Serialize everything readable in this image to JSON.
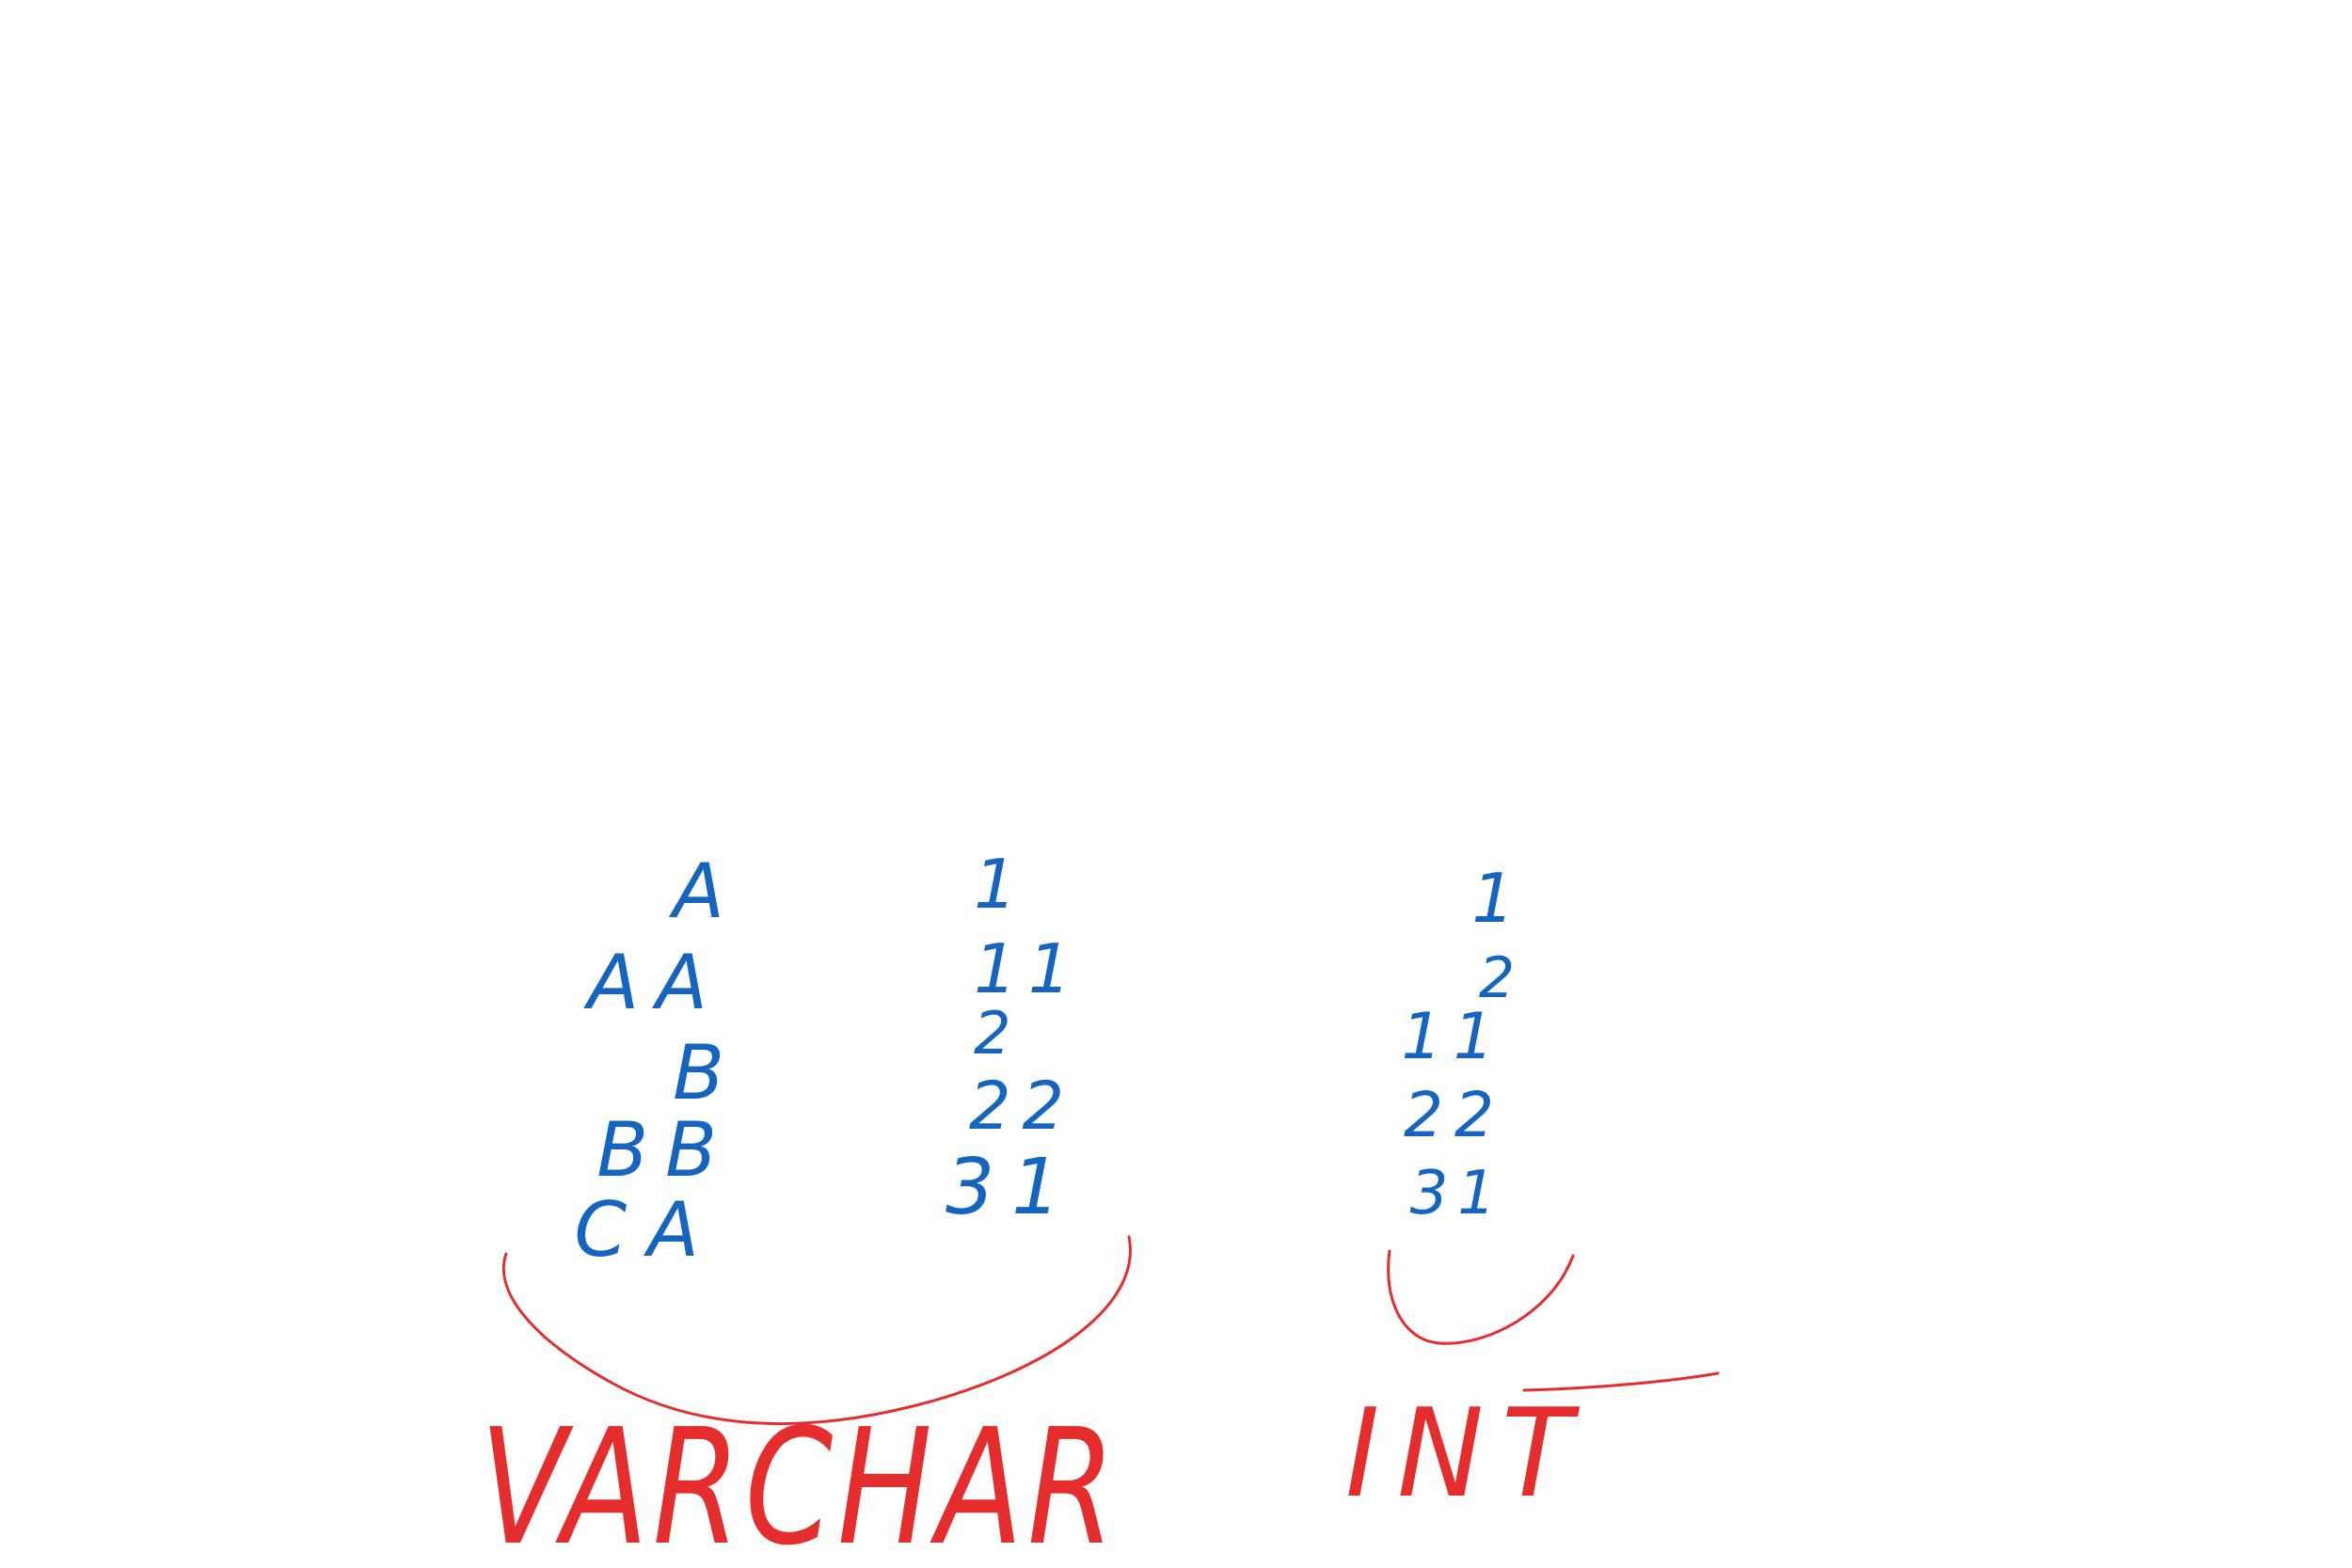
{
  "colors": {
    "background": "#ffffff",
    "values_ink": "#1565c0",
    "annotation_ink": "#e52d2d"
  },
  "varchar_group": {
    "letters_column": [
      "A",
      "AA",
      "B",
      "BB",
      "CA"
    ],
    "numbers_column": [
      "1",
      "11",
      "2",
      "22",
      "31"
    ],
    "label": "VARCHAR"
  },
  "int_group": {
    "numbers_column": [
      "1",
      "2",
      "11",
      "22",
      "31"
    ],
    "label": "INT"
  }
}
